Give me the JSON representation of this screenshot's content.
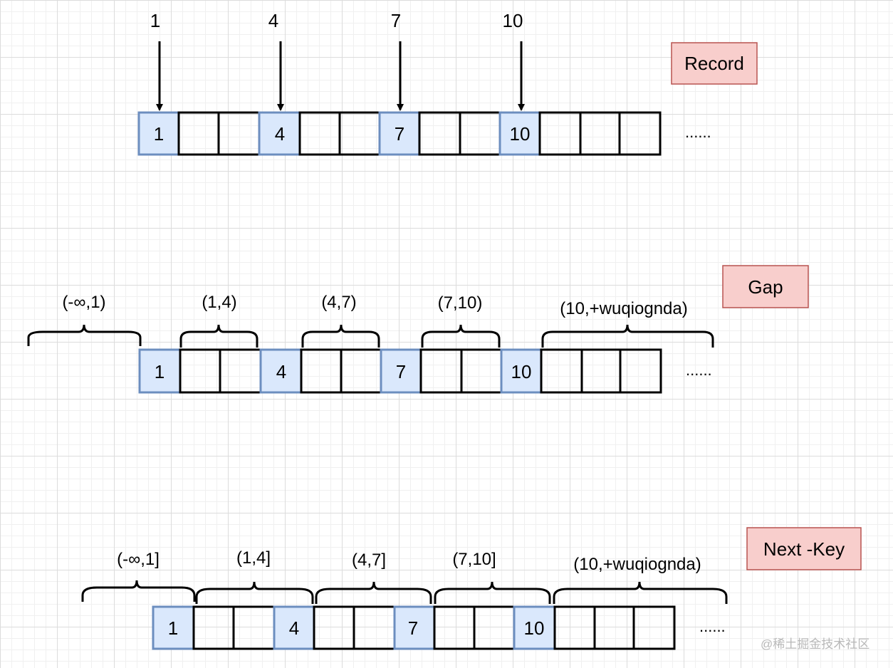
{
  "pointer_labels": [
    "1",
    "4",
    "7",
    "10"
  ],
  "rows": [
    {
      "tag": "Record",
      "cells": [
        "1",
        "",
        "",
        "4",
        "",
        "",
        "7",
        "",
        "",
        "10",
        "",
        "",
        ""
      ],
      "ellipsis": "......",
      "ranges": []
    },
    {
      "tag": "Gap",
      "cells": [
        "1",
        "",
        "",
        "4",
        "",
        "",
        "7",
        "",
        "",
        "10",
        "",
        "",
        ""
      ],
      "ellipsis": "......",
      "ranges": [
        "(-∞,1)",
        "(1,4)",
        "(4,7)",
        "(7,10)",
        "(10,+wuqiognda)"
      ]
    },
    {
      "tag": "Next -Key",
      "cells": [
        "1",
        "",
        "",
        "4",
        "",
        "",
        "7",
        "",
        "",
        "10",
        "",
        "",
        ""
      ],
      "ellipsis": "......",
      "ranges": [
        "(-∞,1]",
        "(1,4]",
        "(4,7]",
        "(7,10]",
        "(10,+wuqiognda)"
      ]
    }
  ],
  "watermark": "@稀土掘金技术社区",
  "colors": {
    "key_fill": "#dae8fc",
    "key_stroke": "#6c8ebf",
    "cell_stroke": "#000000",
    "tag_fill": "#f8cecc",
    "tag_stroke": "#b85450"
  }
}
